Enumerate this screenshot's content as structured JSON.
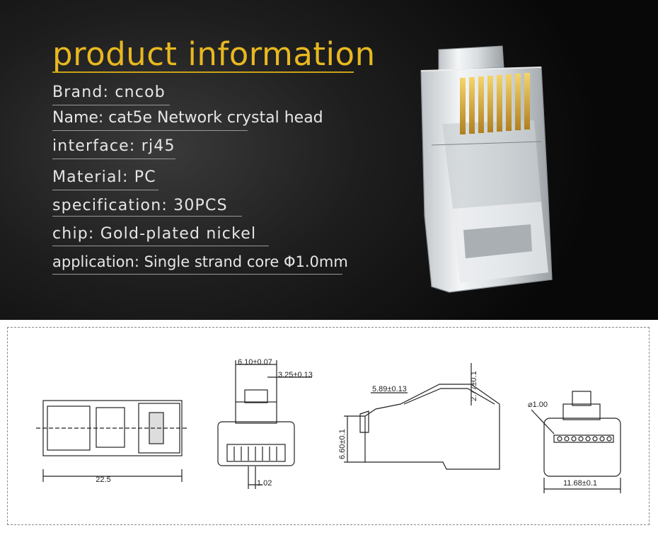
{
  "header": {
    "title": "product information"
  },
  "specs": [
    {
      "label": "Brand: cncob"
    },
    {
      "label": "Name: cat5e Network crystal head"
    },
    {
      "label": "interface: rj45"
    },
    {
      "label": "Material: PC"
    },
    {
      "label": "specification: 30PCS"
    },
    {
      "label": "chip: Gold-plated nickel"
    },
    {
      "label": "application: Single strand core Φ1.0mm"
    }
  ],
  "drawing": {
    "side_width": "22.5",
    "front_top_width": "6.10±0.07",
    "front_tab_width": "3.25±0.13",
    "front_pin_pitch": "1.02",
    "profile_depth": "5.89±0.13",
    "profile_tab_height": "2.77±0.1",
    "profile_height": "6.60±0.1",
    "rear_hole_dia": "⌀1.00",
    "rear_width": "11.68±0.1"
  },
  "colors": {
    "title": "#e8b820",
    "spec_text": "#e6e6e6",
    "gold_contacts": "#d4a430"
  }
}
